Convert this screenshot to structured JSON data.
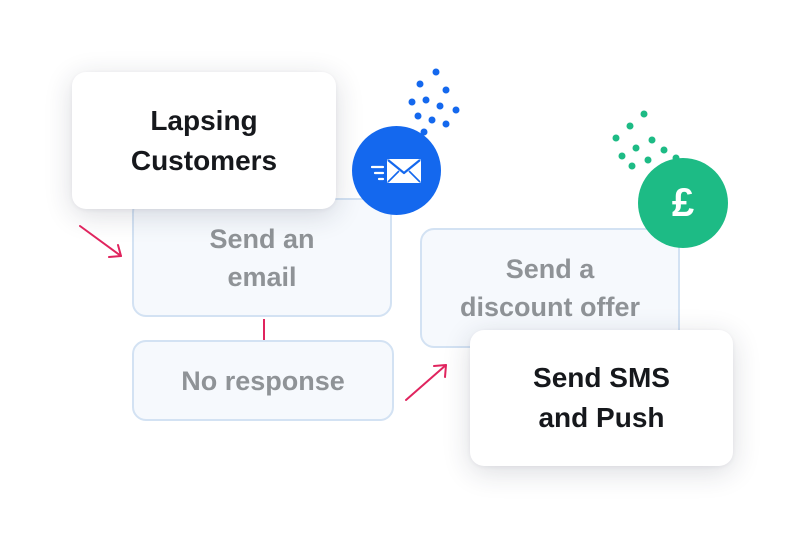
{
  "nodes": {
    "lapsing": {
      "label_line1": "Lapsing",
      "label_line2": "Customers"
    },
    "email": {
      "label_line1": "Send an",
      "label_line2": "email"
    },
    "no_response": {
      "label": "No response"
    },
    "discount": {
      "label_line1": "Send a",
      "label_line2": "discount offer"
    },
    "sms_push": {
      "label_line1": "Send SMS",
      "label_line2": "and Push"
    }
  },
  "badges": {
    "email": {
      "icon": "envelope-icon",
      "color": "#1468ee"
    },
    "pound": {
      "icon": "pound-icon",
      "symbol": "£",
      "color": "#1dbb85"
    }
  },
  "colors": {
    "arrow": "#e0245e",
    "step_fill": "#f6f9fd",
    "step_border": "#d3e2f3",
    "dots_blue": "#1468ee",
    "dots_green": "#1dbb85"
  }
}
